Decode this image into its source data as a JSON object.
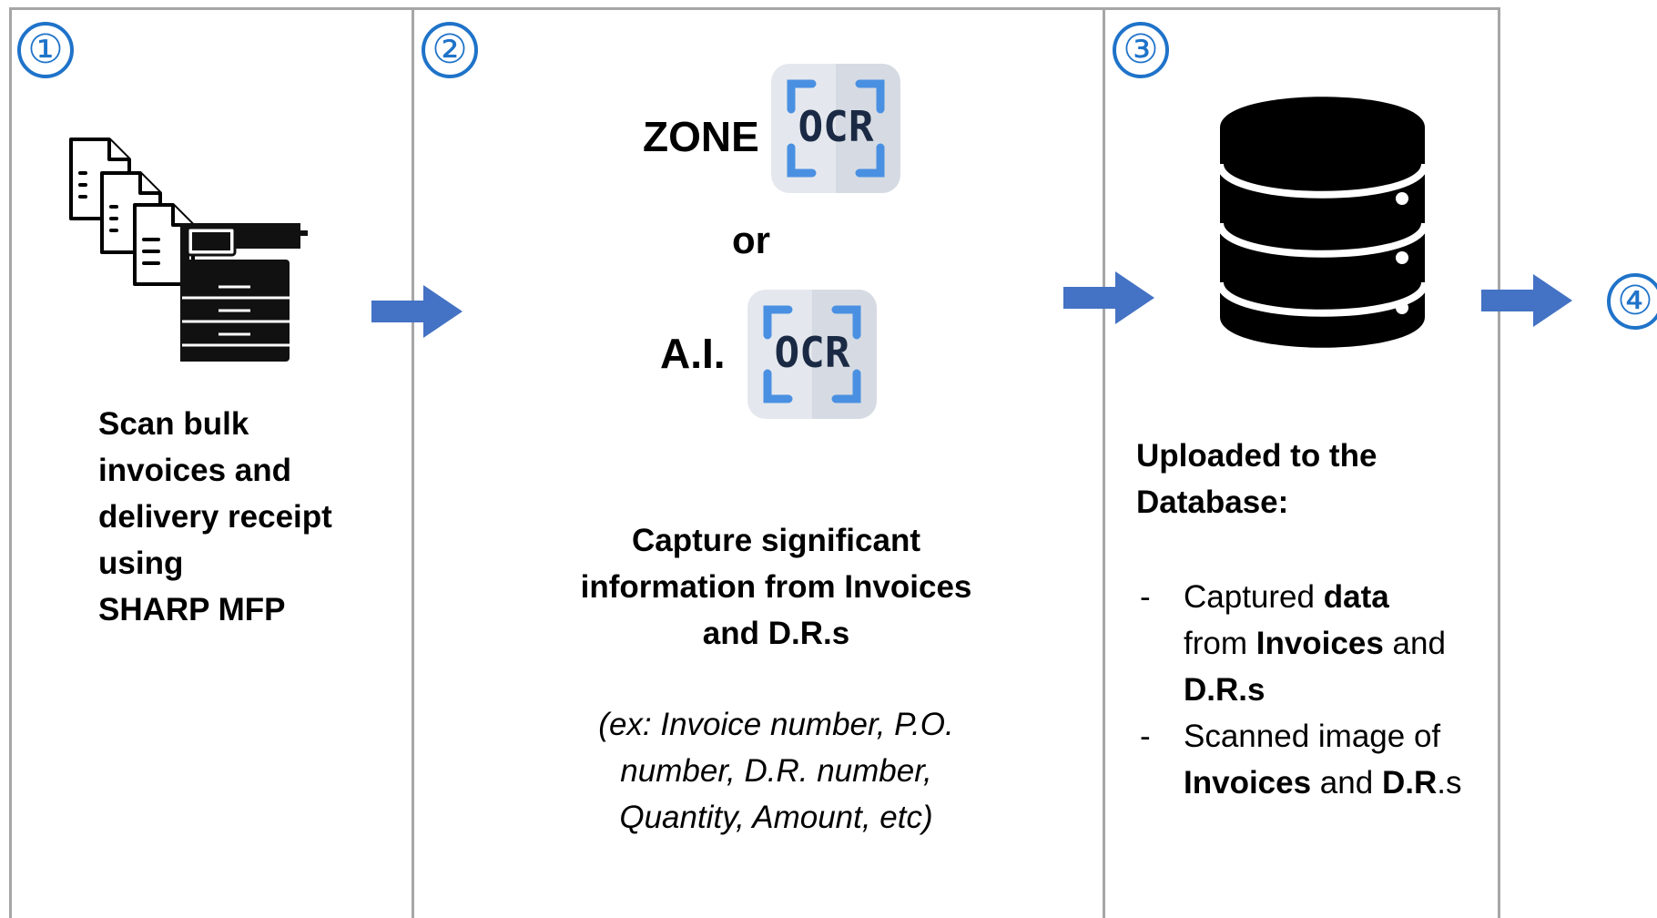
{
  "steps": {
    "one": "①",
    "two": "②",
    "three": "③",
    "four": "④"
  },
  "step1": {
    "caption_lines": [
      "Scan bulk",
      "invoices and",
      "delivery receipt",
      "using",
      "SHARP MFP"
    ]
  },
  "step2": {
    "zone_label": "ZONE",
    "or_label": "or",
    "ai_label": "A.I.",
    "ocr_badge_text": "OCR",
    "caption_lines": [
      "Capture significant",
      "information from Invoices",
      "and D.R.s"
    ],
    "example_lines": [
      "(ex: Invoice number, P.O.",
      "number, D.R. number,",
      "Quantity, Amount, etc)"
    ]
  },
  "step3": {
    "title_lines": [
      "Uploaded to the",
      "Database:"
    ],
    "bullet1": {
      "t1": "Captured ",
      "b1": "data",
      "t2": "from ",
      "b2": "Invoices",
      "t3": " and",
      "b3": "D.R.s"
    },
    "bullet2": {
      "t1": "Scanned image of",
      "b1": "Invoices",
      "t2": " and ",
      "b2": "D.R",
      "t3": ".s"
    }
  },
  "colors": {
    "accent_blue": "#1f73c9",
    "arrow_blue": "#4472c4",
    "panel_border": "#a6a6a6",
    "ocr_badge_bg": "#e4e8ee",
    "ocr_corner_blue": "#4a90e2",
    "ocr_text": "#1b2a44"
  },
  "icons": {
    "scanner": "printer-with-documents-icon",
    "ocr": "ocr-scan-icon",
    "database": "database-icon",
    "arrow": "right-arrow-icon"
  }
}
